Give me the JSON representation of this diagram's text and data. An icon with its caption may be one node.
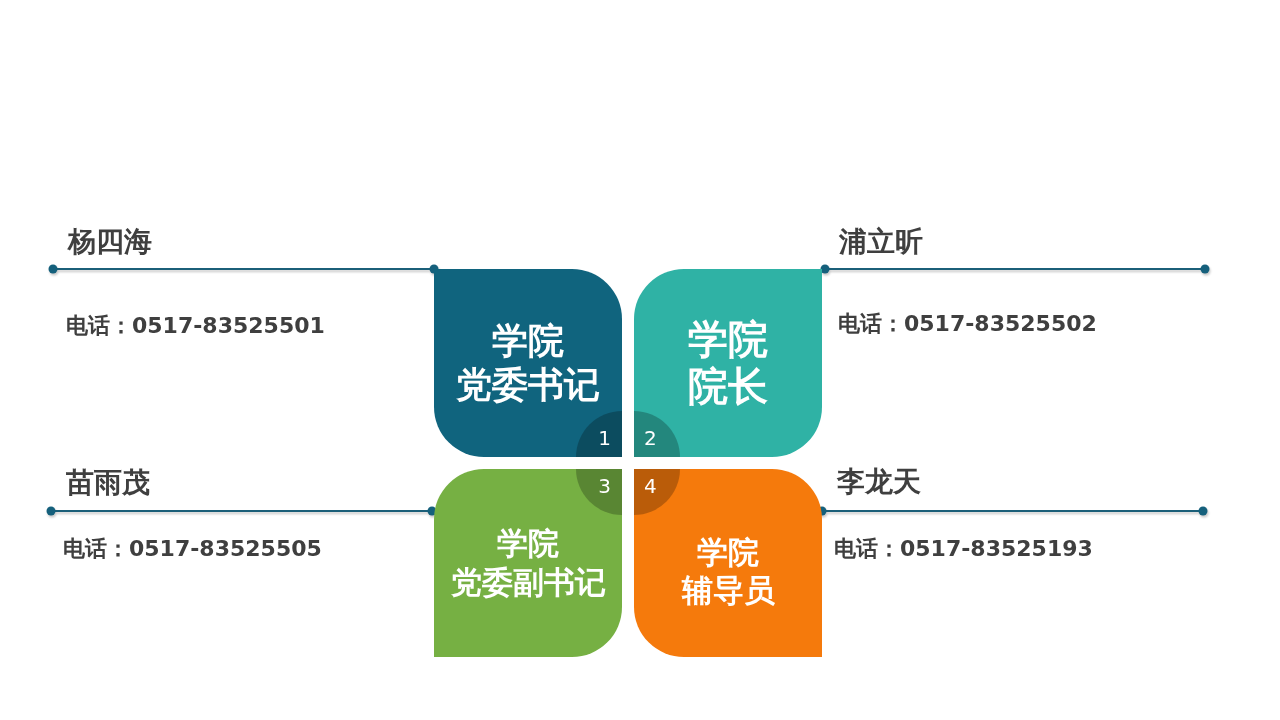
{
  "diagram": {
    "nodes": [
      {
        "text": [
          "学院",
          "党委书记"
        ]
      },
      {
        "text": [
          "学院",
          "院长"
        ]
      },
      {
        "text": [
          "学院",
          "党委副书记"
        ]
      },
      {
        "text": [
          "学院",
          "辅导员"
        ]
      }
    ],
    "labels": [
      "杨四海",
      "浦立昕",
      "电话：0517-83525501",
      "电话：0517-83525502",
      "1",
      "2",
      "3",
      "4",
      "苗雨茂",
      "李龙天",
      "电话：0517-83525505",
      "电话：0517-83525193"
    ]
  }
}
